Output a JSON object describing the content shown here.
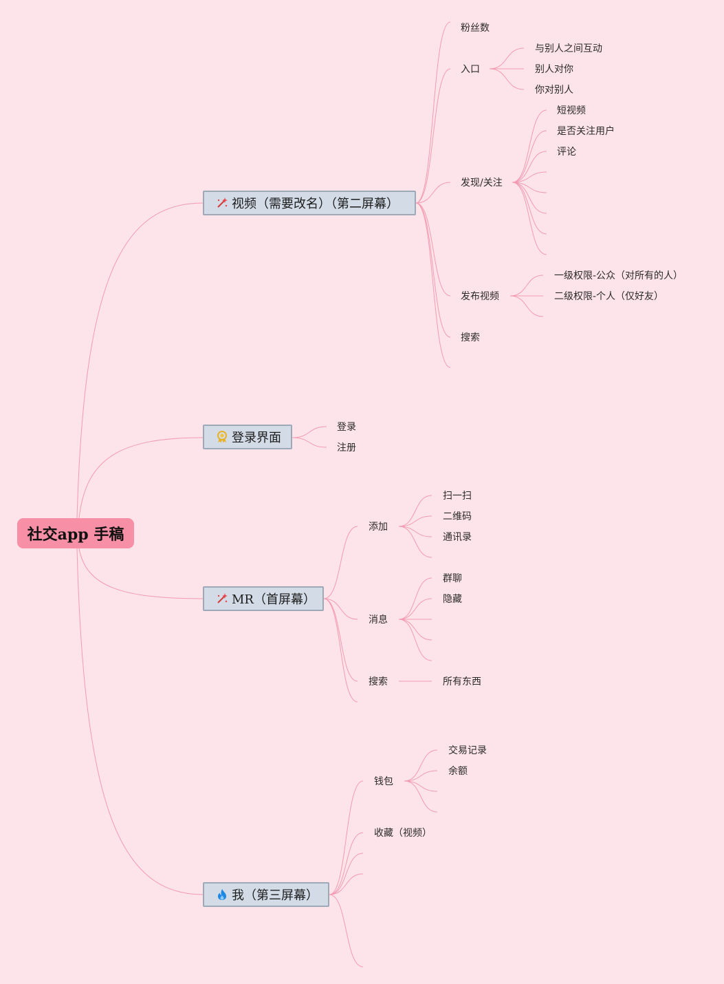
{
  "root": {
    "label": "社交app 手稿"
  },
  "branches": {
    "video": {
      "label": "视频（需要改名）（第二屏幕）",
      "icon": "magic-wand-icon",
      "fans": "粉丝数",
      "entry": {
        "label": "入口",
        "children": [
          "与别人之间互动",
          "别人对你",
          "你对别人"
        ]
      },
      "discover": {
        "label": "发现/关注",
        "children": [
          "短视频",
          "是否关注用户",
          "评论"
        ]
      },
      "publish": {
        "label": "发布视频",
        "children": [
          "一级权限-公众（对所有的人）",
          "二级权限-个人（仅好友）"
        ]
      },
      "search": "搜索"
    },
    "login": {
      "label": "登录界面",
      "icon": "award-badge-icon",
      "children": [
        "登录",
        "注册"
      ]
    },
    "mr": {
      "label": "MR（首屏幕）",
      "icon": "magic-wand-icon",
      "add": {
        "label": "添加",
        "children": [
          "扫一扫",
          "二维码",
          "通讯录"
        ]
      },
      "message": {
        "label": "消息",
        "children": [
          "群聊",
          "隐藏"
        ]
      },
      "search": {
        "label": "搜索",
        "children": [
          "所有东西"
        ]
      }
    },
    "me": {
      "label": "我（第三屏幕）",
      "icon": "flame-icon",
      "wallet": {
        "label": "钱包",
        "children": [
          "交易记录",
          "余额"
        ]
      },
      "favorites": "收藏（视频）"
    }
  },
  "colors": {
    "background": "#fde3ea",
    "root_fill": "#f78fa6",
    "branch_fill": "#d3dbe6",
    "branch_border": "#9ea9b8",
    "connector": "#f39bb3"
  }
}
